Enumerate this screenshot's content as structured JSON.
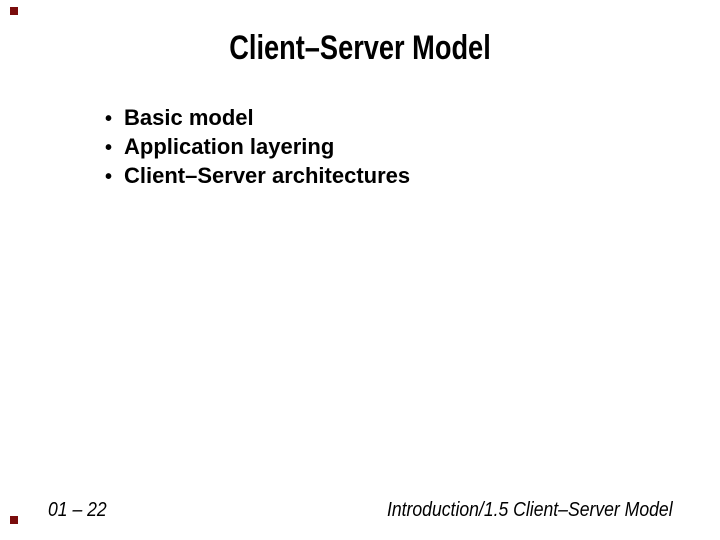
{
  "slide": {
    "title": "Client–Server Model",
    "bullet_char": "•",
    "bullets": [
      "Basic model",
      "Application layering",
      "Client–Server architectures"
    ],
    "footer_left": "01 – 22",
    "footer_right": "Introduction/1.5 Client–Server Model",
    "colors": {
      "background": "#ffffff",
      "text": "#000000",
      "corner_marker": "#7a0c0c"
    }
  }
}
